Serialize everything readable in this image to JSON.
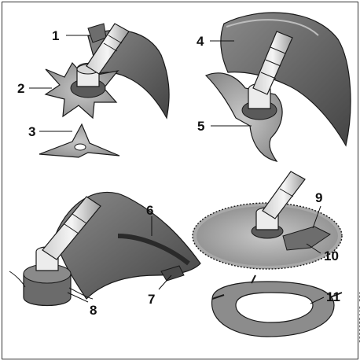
{
  "labels": {
    "n1": "1",
    "n2": "2",
    "n3": "3",
    "n4": "4",
    "n5": "5",
    "n6": "6",
    "n7": "7",
    "n8": "8",
    "n9": "9",
    "n10": "10",
    "n11": "11"
  },
  "document_id": "0000099446_001",
  "colors": {
    "guard_dark": "#555555",
    "guard_mid": "#7a7a7a",
    "blade_light": "#a8a8a8",
    "metal_light": "#e6e6e6",
    "outline": "#1a1a1a"
  }
}
